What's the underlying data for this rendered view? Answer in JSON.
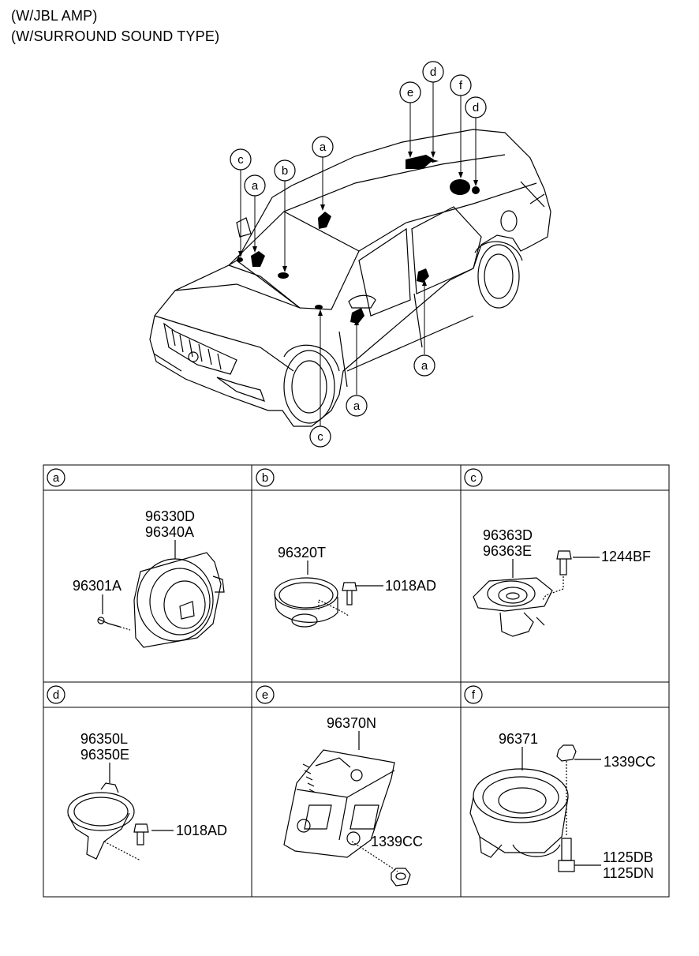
{
  "header": {
    "line1": "(W/JBL AMP)",
    "line2": "(W/SURROUND SOUND TYPE)"
  },
  "car_callouts": [
    "c",
    "a",
    "b",
    "a",
    "e",
    "d",
    "f",
    "d",
    "a",
    "a",
    "c"
  ],
  "panels": [
    {
      "id": "a",
      "parts": [
        "96330D",
        "96340A",
        "96301A"
      ]
    },
    {
      "id": "b",
      "parts": [
        "96320T",
        "1018AD"
      ]
    },
    {
      "id": "c",
      "parts": [
        "96363D",
        "96363E",
        "1244BF"
      ]
    },
    {
      "id": "d",
      "parts": [
        "96350L",
        "96350E",
        "1018AD"
      ]
    },
    {
      "id": "e",
      "parts": [
        "96370N",
        "1339CC"
      ]
    },
    {
      "id": "f",
      "parts": [
        "96371",
        "1339CC",
        "1125DB",
        "1125DN"
      ]
    }
  ],
  "colors": {
    "line": "#000000",
    "background": "#ffffff",
    "part_fill": "#e8e8e8"
  }
}
